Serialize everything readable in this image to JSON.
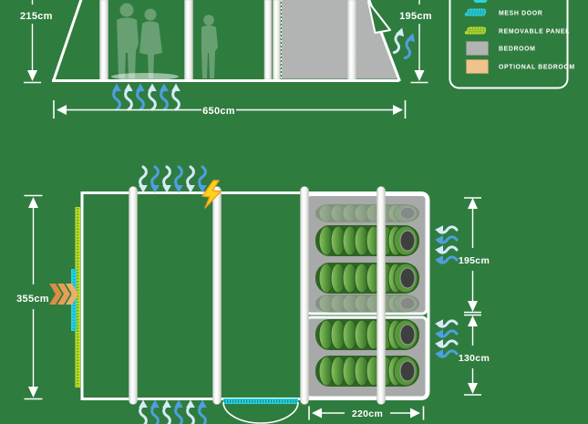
{
  "side_view": {
    "height_left_label": "215cm",
    "height_right_label": "195cm",
    "width_label": "650cm"
  },
  "floor_plan": {
    "depth_label": "355cm",
    "bedroom_depth_label": "195cm",
    "optional_bedroom_depth_label": "130cm",
    "bedroom_width_label": "220cm"
  },
  "legend": {
    "items": [
      {
        "label": "MESH DOOR",
        "color": "#2bd4dd",
        "style": "mesh"
      },
      {
        "label": "REMOVABLE PANEL",
        "color": "#b9e02c",
        "style": "mesh"
      },
      {
        "label": "BEDROOM",
        "color": "#b2b4b3",
        "style": "solid"
      },
      {
        "label": "OPTIONAL BEDROOM",
        "color": "#efc28e",
        "style": "solid"
      }
    ]
  },
  "colors": {
    "background_green": "#2f7c3f",
    "outline_white": "#ffffff",
    "bedroom_gray": "#a7aaa8",
    "side_bedroom_gray": "#b2b4b3",
    "mesh_door_cyan": "#2bd4dd",
    "removable_panel_green": "#b9e02c",
    "optional_bedroom_tan": "#efc28e",
    "airflow_blue": "#4f9fe0",
    "airflow_pale": "#d6eaf8",
    "entrance_arrow_orange": "#e09950",
    "lightning_yellow": "#ffd21e",
    "sleeping_bag_green": "#57963c"
  }
}
